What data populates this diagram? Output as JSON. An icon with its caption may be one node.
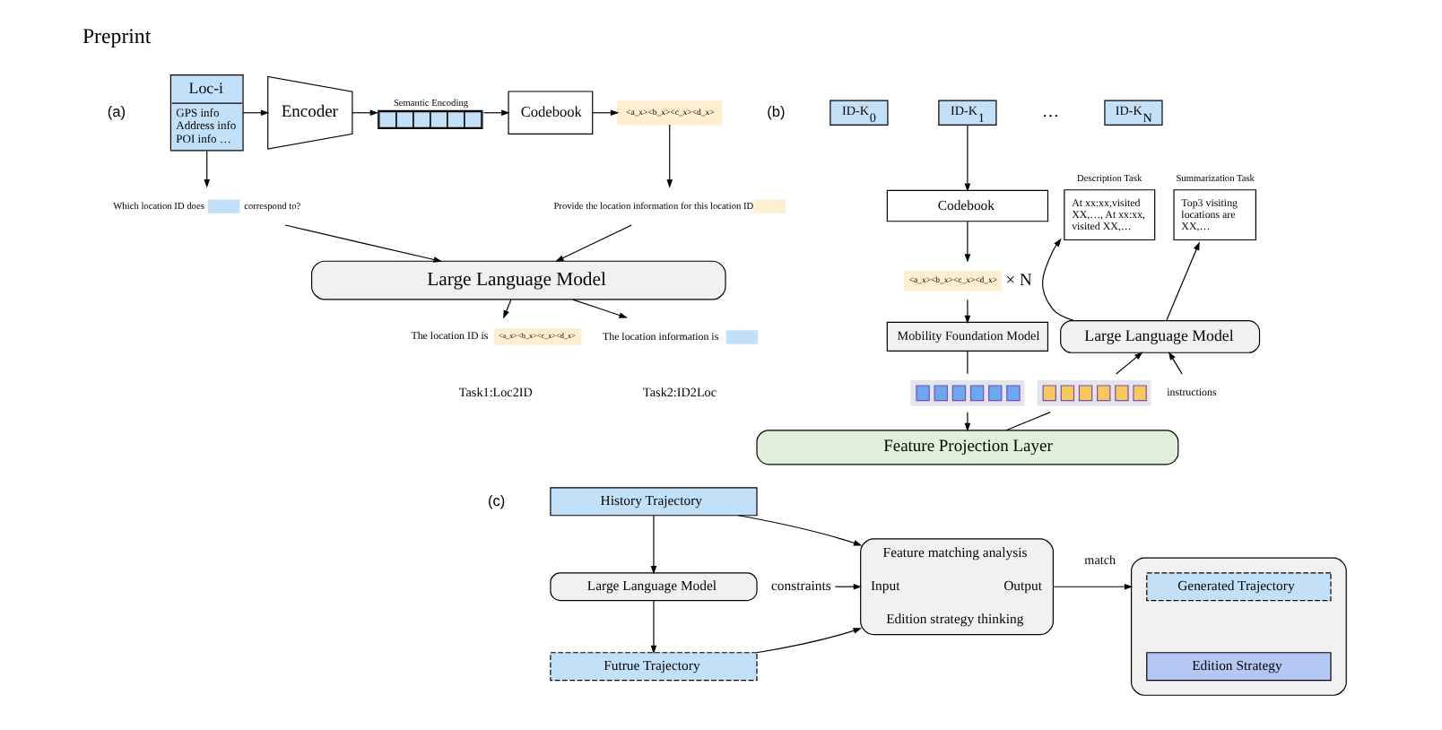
{
  "diagram": {
    "nodes": [
      {
        "text": [
          "Loc-i",
          "GPS info Address info POI info …"
        ]
      },
      {
        "text": [
          "Encoder"
        ]
      },
      {
        "text": [
          "Semantic Encoding"
        ]
      },
      {
        "text": [
          "Codebook"
        ]
      },
      {
        "text": [
          "<a_x><b_x><c_x><d_x>"
        ]
      },
      {
        "text": [
          "Which location ID does",
          "correspond to?"
        ]
      },
      {
        "text": [
          "Provide the location information for this location ID"
        ]
      },
      {
        "text": [
          "Large Language Model"
        ]
      },
      {
        "text": [
          "The location ID is",
          "<a_x><b_x><c_x><d_x>"
        ]
      },
      {
        "text": [
          "The location information is"
        ]
      },
      {
        "text": [
          "ID-K$_{0}$"
        ]
      },
      {
        "text": [
          "ID-K$_{1}$"
        ]
      },
      {
        "text": [
          "ID-K$_{N}$"
        ]
      },
      {
        "text": [
          "Codebook"
        ]
      },
      {
        "text": [
          "<a_x><b_x><c_x><d_x>"
        ],
        "beside": [
          "× N"
        ]
      },
      {
        "text": [
          "Mobility Foundation Model"
        ]
      },
      {
        "text": [],
        "shape": "bar"
      },
      {
        "text": [
          "Feature Projection Layer"
        ]
      },
      {
        "text": [],
        "shape": "bar"
      },
      {
        "text": [
          "Large Language Model"
        ]
      },
      {
        "text": [
          "instructions"
        ]
      },
      {
        "text": [
          "Description Task",
          "At xx:xx,visited XX,…, At xx:xx, visited XX,…"
        ]
      },
      {
        "text": [
          "Summarization Task",
          "Top3 visiting locations are XX,…"
        ]
      },
      {
        "text": [
          "History Trajectory"
        ]
      },
      {
        "text": [
          "Large Language Model"
        ]
      },
      {
        "text": [
          "constraints"
        ]
      },
      {
        "text": [
          "Futrue Trajectory"
        ]
      },
      {
        "text": [
          "Feature matching analysis",
          "Input",
          "Output",
          "Edition strategy thinking"
        ]
      },
      {
        "text": [],
        "shape": "box"
      },
      {
        "text": [
          "Generated Trajectory"
        ],
        "in": 28
      },
      {
        "text": [
          "Edition Strategy"
        ],
        "in": 28
      }
    ],
    "edges": [
      {
        "from": 0,
        "to": 1,
        "arrow": "to"
      },
      {
        "from": 1,
        "to": 2,
        "arrow": "to"
      },
      {
        "from": 2,
        "to": 3,
        "arrow": "to"
      },
      {
        "from": 3,
        "to": 4,
        "arrow": "to"
      },
      {
        "from": 0,
        "to": 5,
        "arrow": "to"
      },
      {
        "from": 4,
        "to": 6,
        "arrow": "to"
      },
      {
        "from": 5,
        "to": 7,
        "arrow": "to"
      },
      {
        "from": 6,
        "to": 7,
        "arrow": "to"
      },
      {
        "from": 7,
        "to": 8,
        "arrow": "to"
      },
      {
        "from": 7,
        "to": 9,
        "arrow": "to"
      },
      {
        "from": 11,
        "to": 13,
        "arrow": "to"
      },
      {
        "from": 13,
        "to": 14,
        "arrow": "to"
      },
      {
        "from": 14,
        "to": 15,
        "arrow": "to"
      },
      {
        "from": 15,
        "to": 16,
        "arrow": "none"
      },
      {
        "from": 16,
        "to": 17,
        "arrow": "to"
      },
      {
        "from": 17,
        "to": 18,
        "arrow": "none"
      },
      {
        "from": 18,
        "to": 19,
        "arrow": "to"
      },
      {
        "from": 20,
        "to": 19,
        "arrow": "to"
      },
      {
        "from": 19,
        "to": 21,
        "arrow": "to"
      },
      {
        "from": 19,
        "to": 22,
        "arrow": "to"
      },
      {
        "from": 23,
        "to": 24,
        "arrow": "to"
      },
      {
        "from": 24,
        "to": 26,
        "arrow": "to"
      },
      {
        "from": 23,
        "to": 27,
        "arrow": "to"
      },
      {
        "from": 25,
        "to": 27,
        "arrow": "to"
      },
      {
        "from": 26,
        "to": 27,
        "arrow": "to"
      },
      {
        "from": 27,
        "to": 28,
        "arrow": "to",
        "label": "match"
      }
    ],
    "labels": [
      "Preprint",
      "(a)",
      "(b)",
      "…",
      "Task1:Loc2ID",
      "Task2:ID2Loc",
      "(c)"
    ]
  }
}
